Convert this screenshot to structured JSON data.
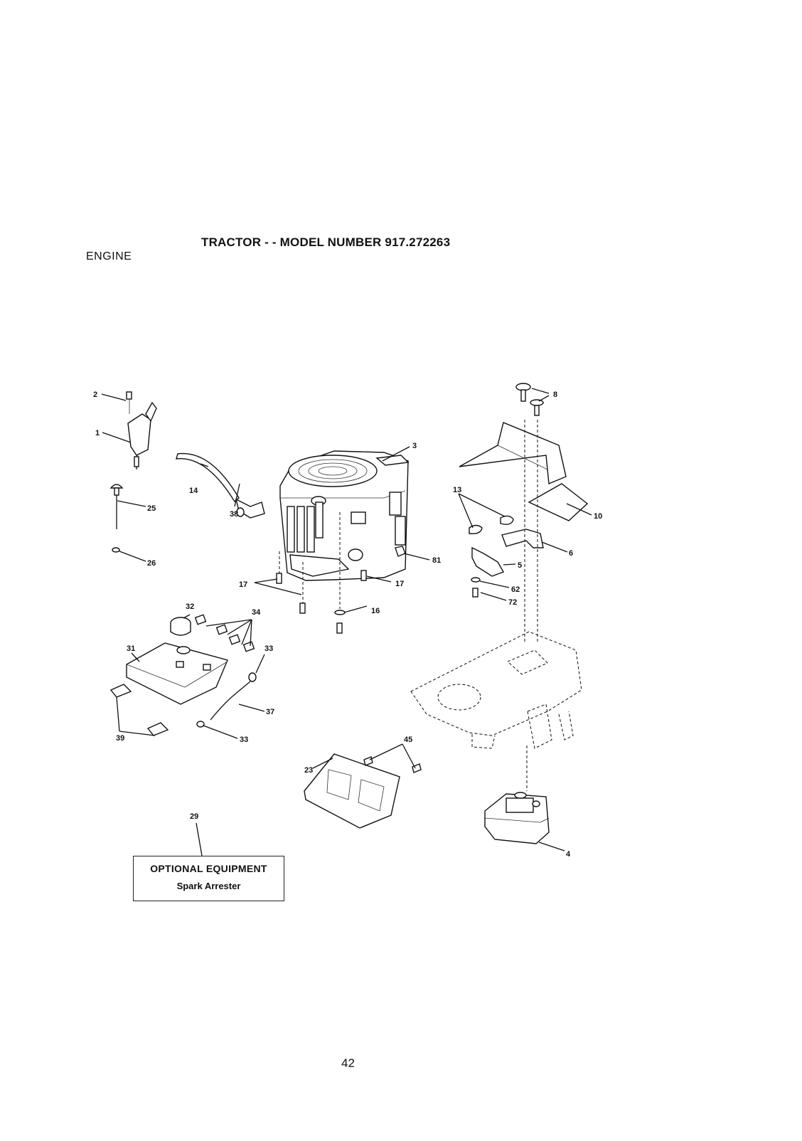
{
  "header": {
    "title": "TRACTOR - - MODEL NUMBER 917.272263",
    "section": "ENGINE"
  },
  "optional_box": {
    "line1": "OPTIONAL EQUIPMENT",
    "line2": "Spark Arrester"
  },
  "page_number": "42",
  "callouts": [
    "2",
    "1",
    "14",
    "38",
    "3",
    "25",
    "26",
    "17",
    "17",
    "16",
    "81",
    "8",
    "10",
    "13",
    "6",
    "5",
    "62",
    "72",
    "32",
    "34",
    "31",
    "33",
    "37",
    "39",
    "33",
    "45",
    "23",
    "29",
    "4"
  ]
}
